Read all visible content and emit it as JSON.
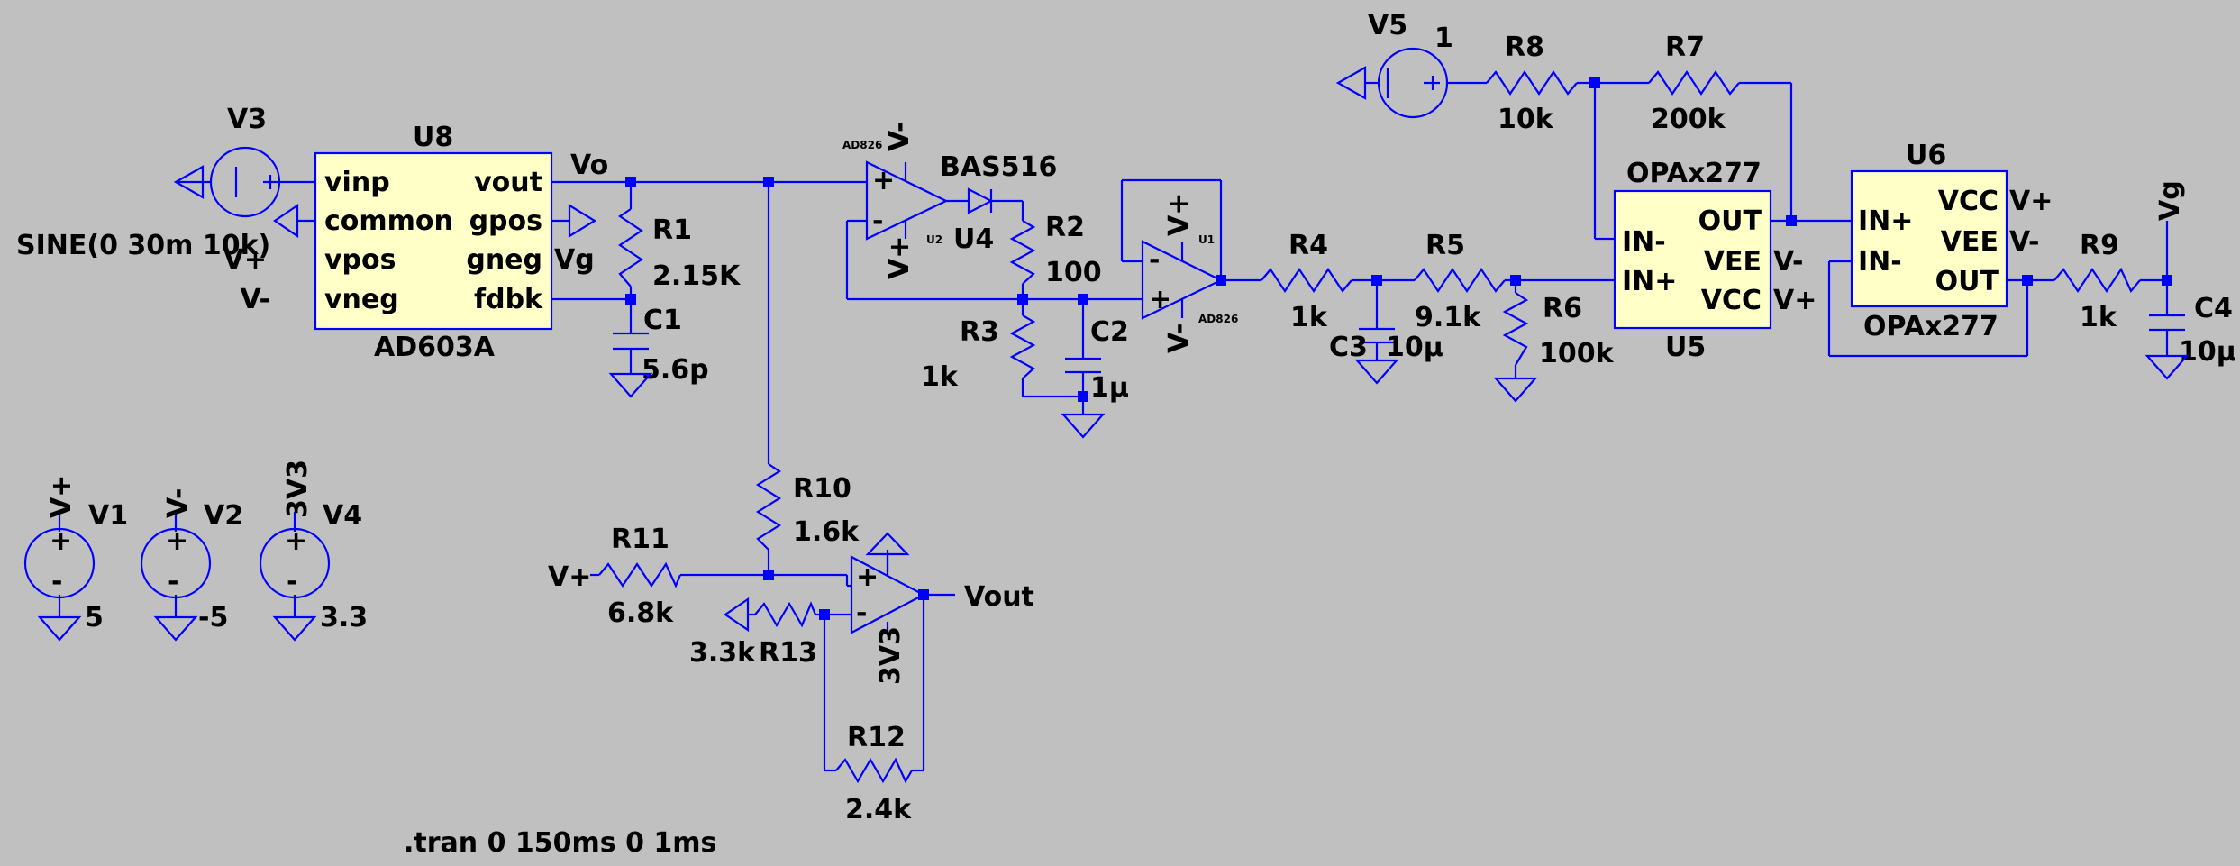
{
  "components": {
    "V3": {
      "name": "V3",
      "value": "SINE(0 30m 10k)"
    },
    "V1": {
      "name": "V1",
      "value": "5",
      "net": "V+"
    },
    "V2": {
      "name": "V2",
      "value": "-5",
      "net": "V-"
    },
    "V4": {
      "name": "V4",
      "value": "3.3",
      "net": "3V3"
    },
    "V5": {
      "name": "V5",
      "value": "1"
    },
    "U8": {
      "name": "U8",
      "model": "AD603A",
      "pins_left": [
        "vinp",
        "common",
        "vpos",
        "vneg"
      ],
      "pins_right": [
        "vout",
        "gpos",
        "gneg",
        "fdbk"
      ]
    },
    "U5": {
      "name": "U5",
      "model": "OPAx277",
      "pins_left": [
        "IN-",
        "IN+"
      ],
      "pins_right": [
        "OUT",
        "VEE",
        "VCC"
      ]
    },
    "U6": {
      "name": "U6",
      "model": "OPAx277",
      "pins_left": [
        "IN+",
        "IN-"
      ],
      "pins_right": [
        "VCC",
        "VEE",
        "OUT"
      ]
    },
    "U2": {
      "name": "U2",
      "model": "AD826"
    },
    "U1": {
      "name": "U1",
      "model": "AD826"
    },
    "U4": {
      "name": "U4",
      "model": "BAS516"
    },
    "R1": {
      "name": "R1",
      "value": "2.15K"
    },
    "R2": {
      "name": "R2",
      "value": "100"
    },
    "R3": {
      "name": "R3",
      "value": "1k"
    },
    "R4": {
      "name": "R4",
      "value": "1k"
    },
    "R5": {
      "name": "R5",
      "value": "9.1k"
    },
    "R6": {
      "name": "R6",
      "value": "100k"
    },
    "R7": {
      "name": "R7",
      "value": "200k"
    },
    "R8": {
      "name": "R8",
      "value": "10k"
    },
    "R9": {
      "name": "R9",
      "value": "1k"
    },
    "R10": {
      "name": "R10",
      "value": "1.6k"
    },
    "R11": {
      "name": "R11",
      "value": "6.8k"
    },
    "R12": {
      "name": "R12",
      "value": "2.4k"
    },
    "R13": {
      "name": "R13",
      "value": "3.3k"
    },
    "C1": {
      "name": "C1",
      "value": "5.6p"
    },
    "C2": {
      "name": "C2",
      "value": "1µ"
    },
    "C3": {
      "name": "C3",
      "value": "10µ"
    },
    "C4": {
      "name": "C4",
      "value": "10µ"
    }
  },
  "nets": {
    "vo": "Vo",
    "vg": "Vg",
    "vout": "Vout",
    "vplus": "V+",
    "vminus": "V-",
    "v3v3": "3V3"
  },
  "directive": ".tran 0 150ms 0 1ms",
  "colors": {
    "background": "#c0c0c0",
    "wire": "#0000ff",
    "ic_fill": "#ffffc8",
    "text": "#000000"
  }
}
